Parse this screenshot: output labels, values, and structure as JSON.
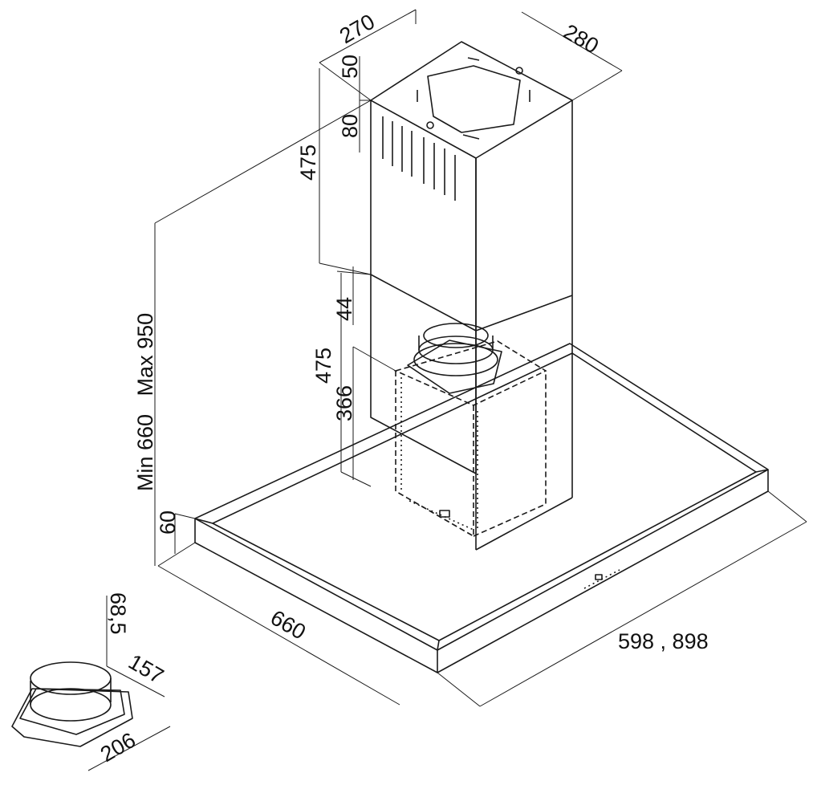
{
  "dimensions": {
    "chimney_depth": "270",
    "chimney_width": "280",
    "top_offset": "50",
    "vent_height": "80",
    "upper_chimney": "475",
    "overlap": "44",
    "lower_chimney": "475",
    "motor_height": "366",
    "total_height_range": "Min 660   Max 950",
    "hood_thickness": "60",
    "hood_depth": "660",
    "hood_widths": "598 , 898",
    "adapter_height": "68,5",
    "adapter_inner": "157",
    "adapter_outer": "206"
  },
  "colors": {
    "line": "#1a1a1a",
    "background": "#ffffff"
  }
}
